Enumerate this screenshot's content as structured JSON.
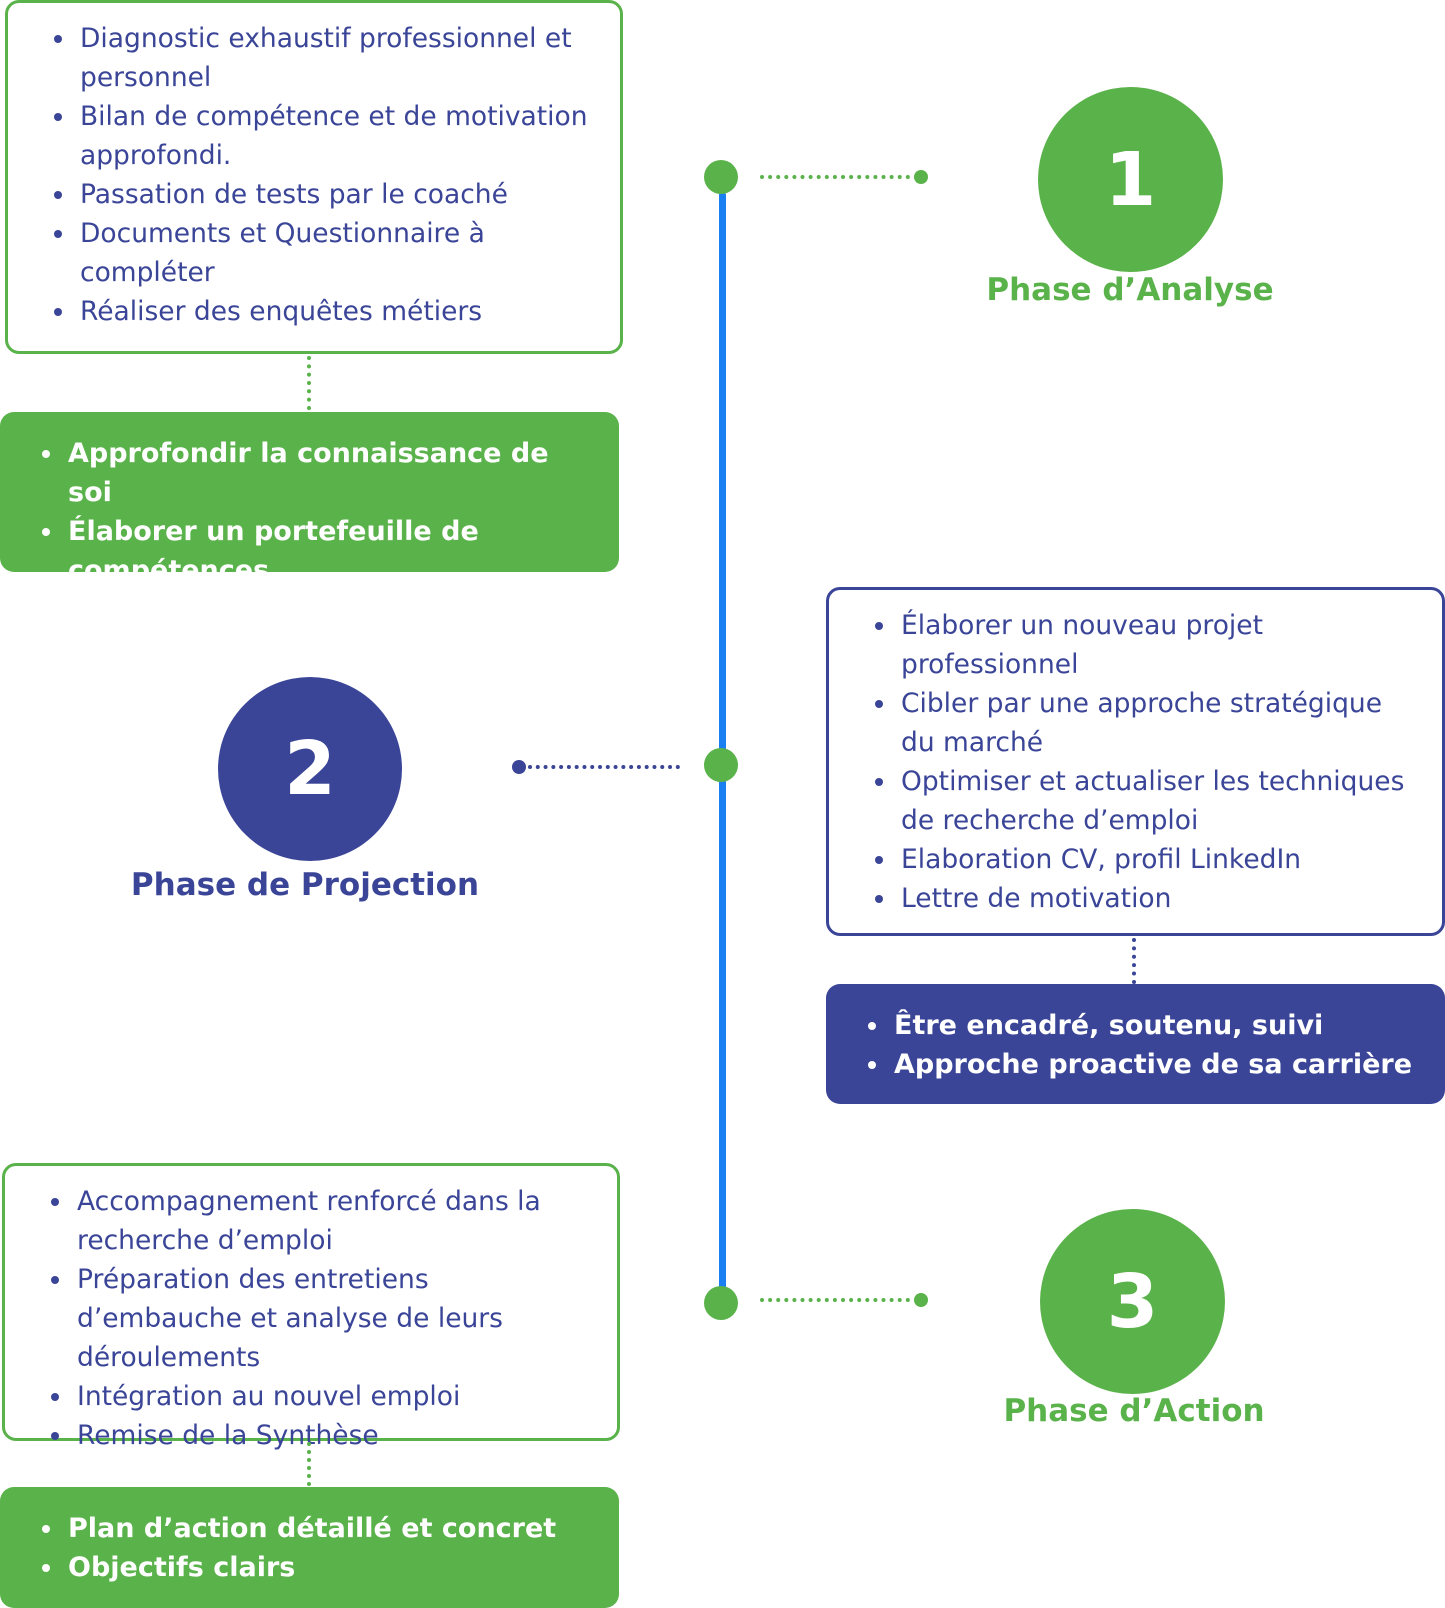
{
  "colors": {
    "green": "#5ab24a",
    "blue": "#3a4598",
    "timeline": "#1a7ff0"
  },
  "phases": [
    {
      "number": "1",
      "label": "Phase d’Analyse",
      "details": [
        "Diagnostic exhaustif professionnel et personnel",
        "Bilan de compétence et de motivation approfondi.",
        "Passation de tests par le coaché",
        "Documents et Questionnaire à compléter",
        "Réaliser des enquêtes métiers"
      ],
      "goals": [
        "Approfondir la connaissance de soi",
        "Élaborer un portefeuille de compétences"
      ]
    },
    {
      "number": "2",
      "label": "Phase de Projection",
      "details": [
        "Élaborer un nouveau projet professionnel",
        "Cibler par une approche stratégique du marché",
        "Optimiser et actualiser les techniques de recherche d’emploi",
        "Elaboration CV, profil LinkedIn",
        "Lettre de motivation"
      ],
      "goals": [
        "Être encadré, soutenu, suivi",
        "Approche proactive de sa carrière"
      ]
    },
    {
      "number": "3",
      "label": "Phase d’Action",
      "details": [
        "Accompagnement renforcé dans la recherche d’emploi",
        "Préparation des entretiens d’embauche et analyse de leurs déroulements",
        "Intégration au nouvel emploi",
        "Remise de la Synthèse"
      ],
      "goals": [
        "Plan d’action détaillé et concret",
        "Objectifs clairs"
      ]
    }
  ]
}
